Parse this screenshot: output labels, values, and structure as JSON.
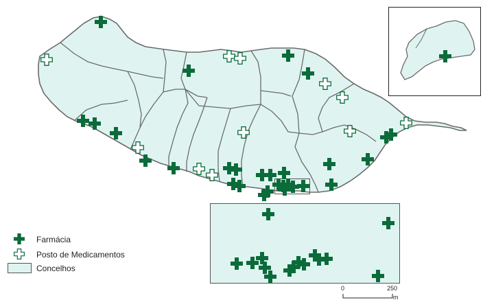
{
  "colors": {
    "land_fill": "#dff4f1",
    "boundary": "#6b6b6b",
    "pharmacy": "#0b6b3a",
    "post_outline": "#0b6b3a",
    "post_fill": "#ffffff",
    "frame": "#222222"
  },
  "legend": {
    "pharmacy_label": "Farmácia",
    "post_label": "Posto de Medicamentos",
    "municipality_label": "Concelhos"
  },
  "scale": {
    "start_label": "0",
    "end_label": "250",
    "unit_label": "m"
  },
  "icons": {
    "pharmacy": "solid-cross-icon",
    "post": "outline-cross-icon"
  }
}
